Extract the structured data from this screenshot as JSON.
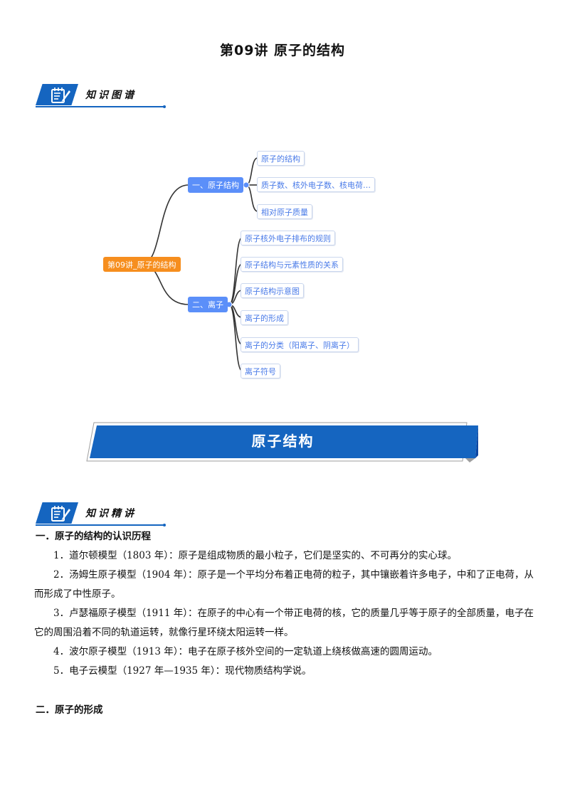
{
  "title": "第09讲 原子的结构",
  "section1": {
    "label": "知识图谱",
    "icon": "notepad-pen-icon"
  },
  "mindmap": {
    "root": "第09讲_原子的结构",
    "branch1": {
      "label": "一、原子结构",
      "leaves": [
        "原子的结构",
        "质子数、核外电子数、核电荷…",
        "相对原子质量"
      ]
    },
    "branch2": {
      "label": "二、离子",
      "leaves": [
        "原子核外电子排布的规则",
        "原子结构与元素性质的关系",
        "原子结构示意图",
        "离子的形成",
        "离子的分类（阳离子、阴离子）",
        "离子符号"
      ]
    }
  },
  "banner": {
    "label": "原子结构"
  },
  "section2": {
    "label": "知识精讲",
    "icon": "notepad-pen-icon"
  },
  "part1": {
    "heading": "一．原子的结构的认识历程",
    "items": [
      "1．道尔顿模型（1803 年）：原子是组成物质的最小粒子，它们是坚实的、不可再分的实心球。",
      "2．汤姆生原子模型（1904 年）：原子是一个平均分布着正电荷的粒子，其中镶嵌着许多电子，中和了正电荷，从而形成了中性原子。",
      "3．卢瑟福原子模型（1911 年）：在原子的中心有一个带正电荷的核，它的质量几乎等于原子的全部质量，电子在它的周围沿着不同的轨道运转，就像行星环绕太阳运转一样。",
      "4．波尔原子模型（1913 年）：电子在原子核外空间的一定轨道上绕核做高速的圆周运动。",
      "5．电子云模型（1927 年—1935 年）：现代物质结构学说。"
    ]
  },
  "part2": {
    "heading": "二．原子的形成"
  },
  "colors": {
    "brand_blue": "#1565c0",
    "root_orange": "#f68e1e",
    "branch_blue": "#5b8ff9",
    "leaf_text": "#4a7be8"
  }
}
